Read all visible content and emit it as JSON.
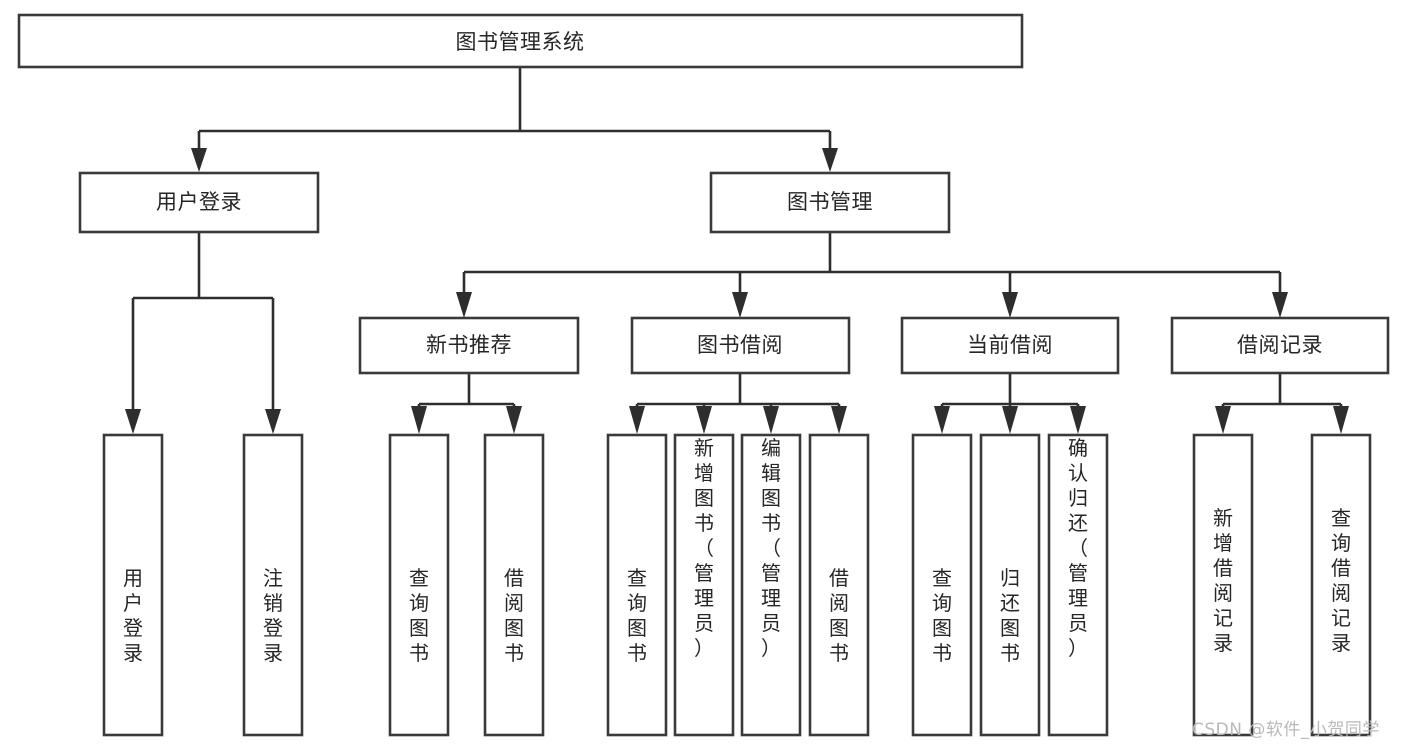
{
  "diagram": {
    "type": "tree",
    "title": "图书管理系统",
    "watermark": "CSDN @软件_小贺同学",
    "root": {
      "id": "root",
      "label": "图书管理系统",
      "level": 0
    },
    "level2": [
      {
        "id": "user-login",
        "label": "用户登录"
      },
      {
        "id": "book-manage",
        "label": "图书管理"
      }
    ],
    "level3": [
      {
        "id": "new-book-recommend",
        "label": "新书推荐",
        "parent": "book-manage"
      },
      {
        "id": "book-borrow",
        "label": "图书借阅",
        "parent": "book-manage"
      },
      {
        "id": "current-borrow",
        "label": "当前借阅",
        "parent": "book-manage"
      },
      {
        "id": "borrow-record",
        "label": "借阅记录",
        "parent": "book-manage"
      }
    ],
    "leaves": [
      {
        "id": "leaf-user-login",
        "label": "用户登录",
        "parent": "user-login"
      },
      {
        "id": "leaf-logout",
        "label": "注销登录",
        "parent": "user-login"
      },
      {
        "id": "leaf-query-book-1",
        "label": "查询图书",
        "parent": "new-book-recommend"
      },
      {
        "id": "leaf-borrow-book-1",
        "label": "借阅图书",
        "parent": "new-book-recommend"
      },
      {
        "id": "leaf-query-book-2",
        "label": "查询图书",
        "parent": "book-borrow"
      },
      {
        "id": "leaf-add-book",
        "label": "新增图书（管理员）",
        "parent": "book-borrow"
      },
      {
        "id": "leaf-edit-book",
        "label": "编辑图书（管理员）",
        "parent": "book-borrow"
      },
      {
        "id": "leaf-borrow-book-2",
        "label": "借阅图书",
        "parent": "book-borrow"
      },
      {
        "id": "leaf-query-book-3",
        "label": "查询图书",
        "parent": "current-borrow"
      },
      {
        "id": "leaf-return-book",
        "label": "归还图书",
        "parent": "current-borrow"
      },
      {
        "id": "leaf-confirm-return",
        "label": "确认归还（管理员）",
        "parent": "current-borrow"
      },
      {
        "id": "leaf-add-record",
        "label": "新增借阅记录",
        "parent": "borrow-record"
      },
      {
        "id": "leaf-query-record",
        "label": "查询借阅记录",
        "parent": "borrow-record"
      }
    ],
    "colors": {
      "box_stroke": "#3a3a3a",
      "connector": "#2e2e2e",
      "text": "#262626",
      "background": "#ffffff",
      "watermark": "#b9b9b9"
    }
  }
}
